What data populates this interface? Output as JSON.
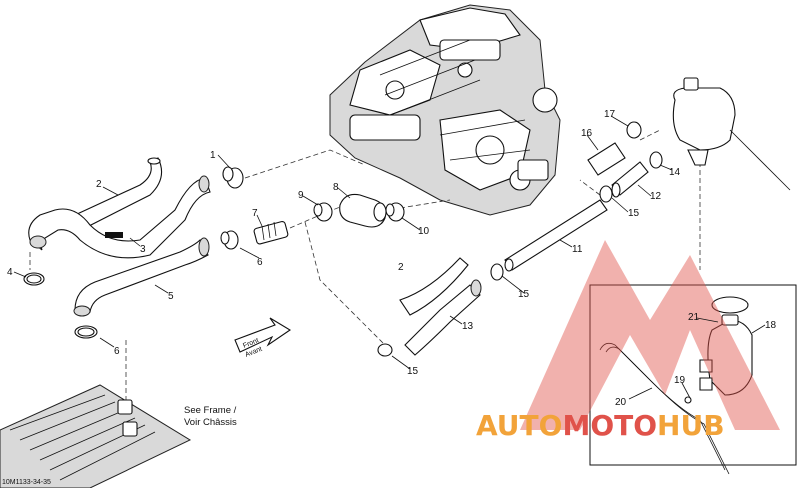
{
  "callouts": {
    "c1": "1",
    "c2a": "2",
    "c2b": "2",
    "c3": "3",
    "c4": "4",
    "c5": "5",
    "c6a": "6",
    "c6b": "6",
    "c7": "7",
    "c8": "8",
    "c9": "9",
    "c10": "10",
    "c11": "11",
    "c12": "12",
    "c13": "13",
    "c14": "14",
    "c15a": "15",
    "c15b": "15",
    "c15c": "15",
    "c16": "16",
    "c17": "17",
    "c18": "18",
    "c19": "19",
    "c20": "20",
    "c21": "21"
  },
  "labels": {
    "see_frame_1": "See Frame /",
    "see_frame_2": "Voir Châssis",
    "front_1": "Front",
    "front_2": "Avant",
    "ref_code": "10M1133-34-35"
  },
  "watermark": {
    "part1": "AUTO",
    "part2": "MOTO",
    "part3": "HUB",
    "color_orange": "#f2a33a",
    "color_red": "#e0524a"
  }
}
